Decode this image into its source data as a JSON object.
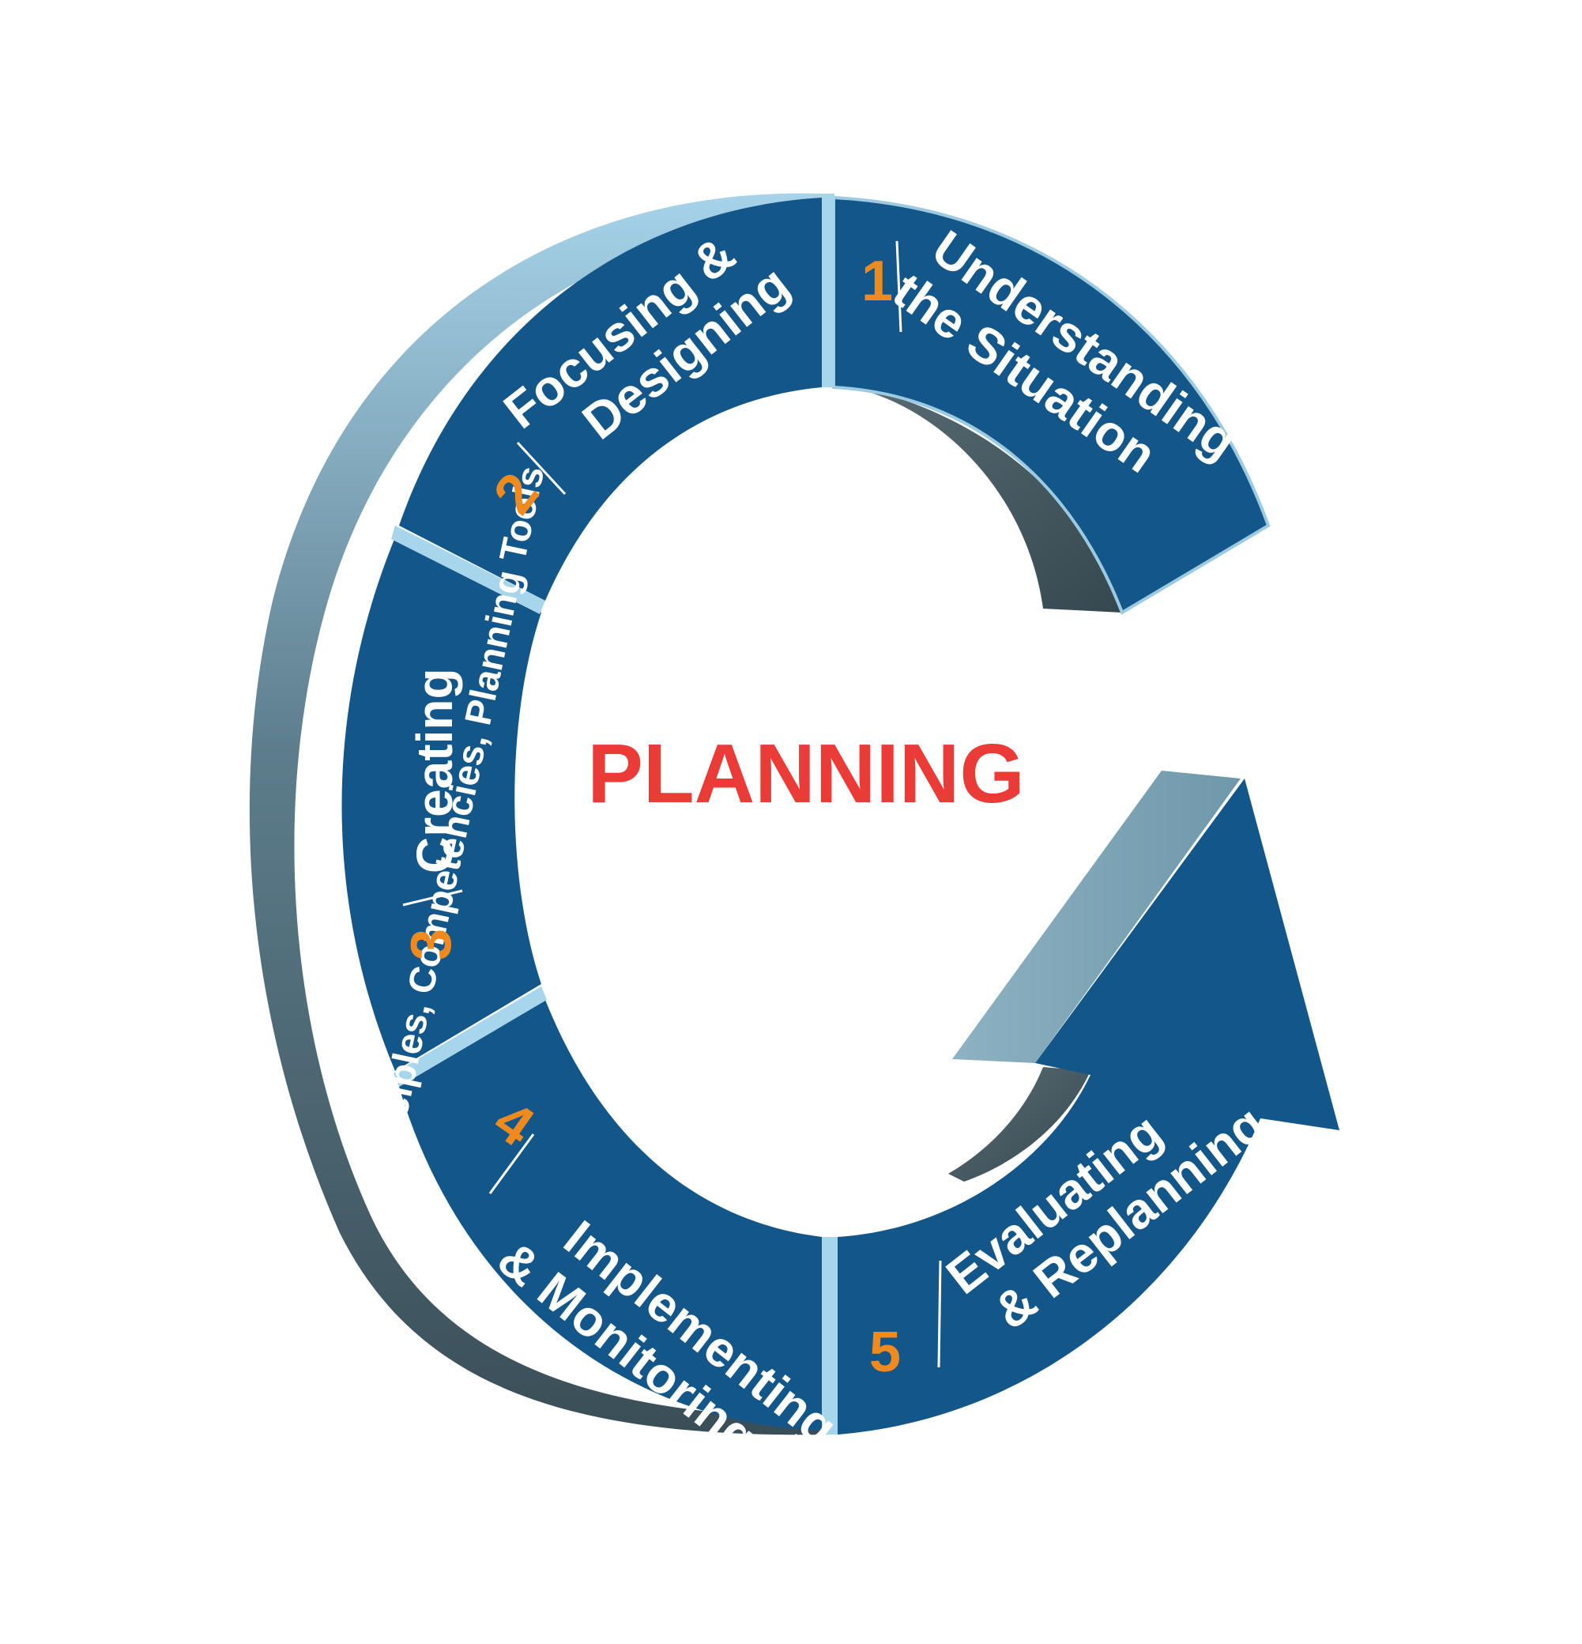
{
  "center_title": "PLANNING",
  "side_label": "Principles, Competencies, Planning Tools",
  "steps": [
    {
      "number": "1",
      "line1": "Understanding",
      "line2": "the Situation"
    },
    {
      "number": "2",
      "line1": "Focusing &",
      "line2": "Designing"
    },
    {
      "number": "3",
      "line1": "Creating",
      "line2": ""
    },
    {
      "number": "4",
      "line1": "Implementing",
      "line2": "& Monitoring"
    },
    {
      "number": "5",
      "line1": "Evaluating",
      "line2": "& Replanning"
    }
  ],
  "colors": {
    "ring_face": "#13578a",
    "ring_edge_light": "#9ccbe1",
    "ring_edge_dark": "#3b5059",
    "divider": "#a7d5ec",
    "number": "#ef8a1f",
    "title": "#ea3b36"
  }
}
